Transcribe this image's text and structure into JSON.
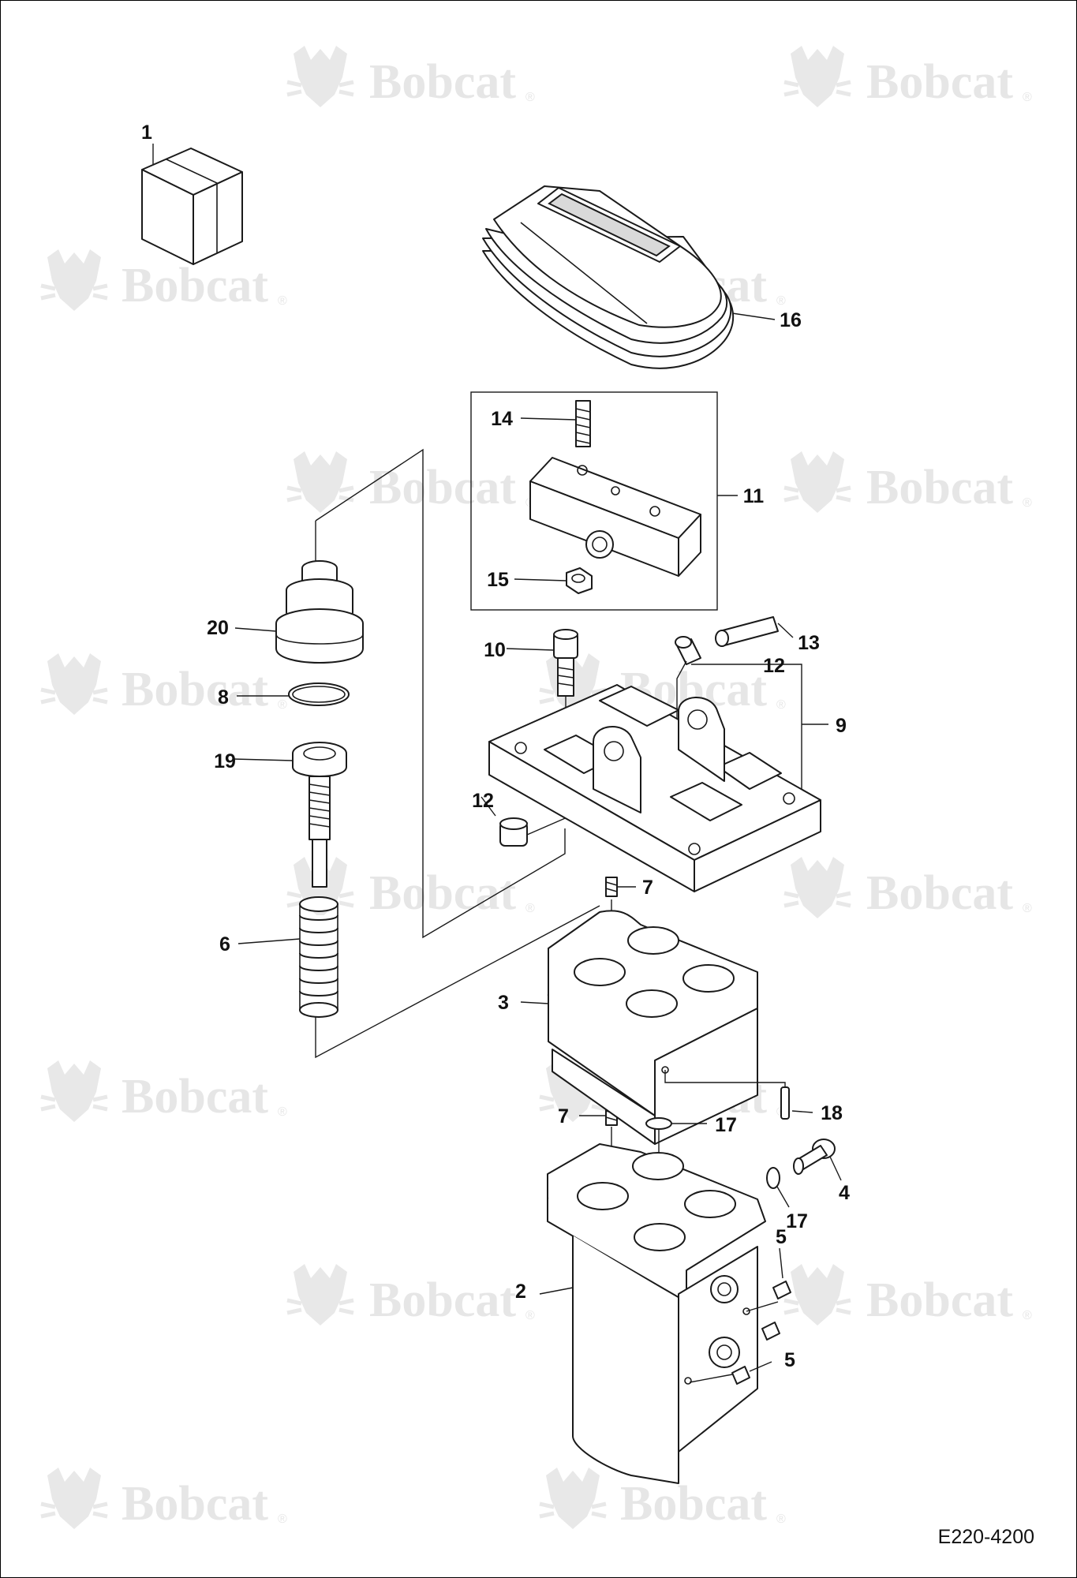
{
  "document": {
    "drawing_code": "E220-4200",
    "watermark": {
      "brand": "Bobcat",
      "mark": "®"
    }
  },
  "callouts": {
    "c1": "1",
    "c2": "2",
    "c3": "3",
    "c4": "4",
    "c5a": "5",
    "c5b": "5",
    "c6": "6",
    "c7a": "7",
    "c7b": "7",
    "c8": "8",
    "c9": "9",
    "c10": "10",
    "c11": "11",
    "c12a": "12",
    "c12b": "12",
    "c13": "13",
    "c14": "14",
    "c15": "15",
    "c16": "16",
    "c17a": "17",
    "c17b": "17",
    "c18": "18",
    "c19": "19",
    "c20": "20"
  },
  "colors": {
    "line": "#1a1a1a",
    "watermark": "#e6e6e6",
    "shade": "#d9d9d9"
  }
}
